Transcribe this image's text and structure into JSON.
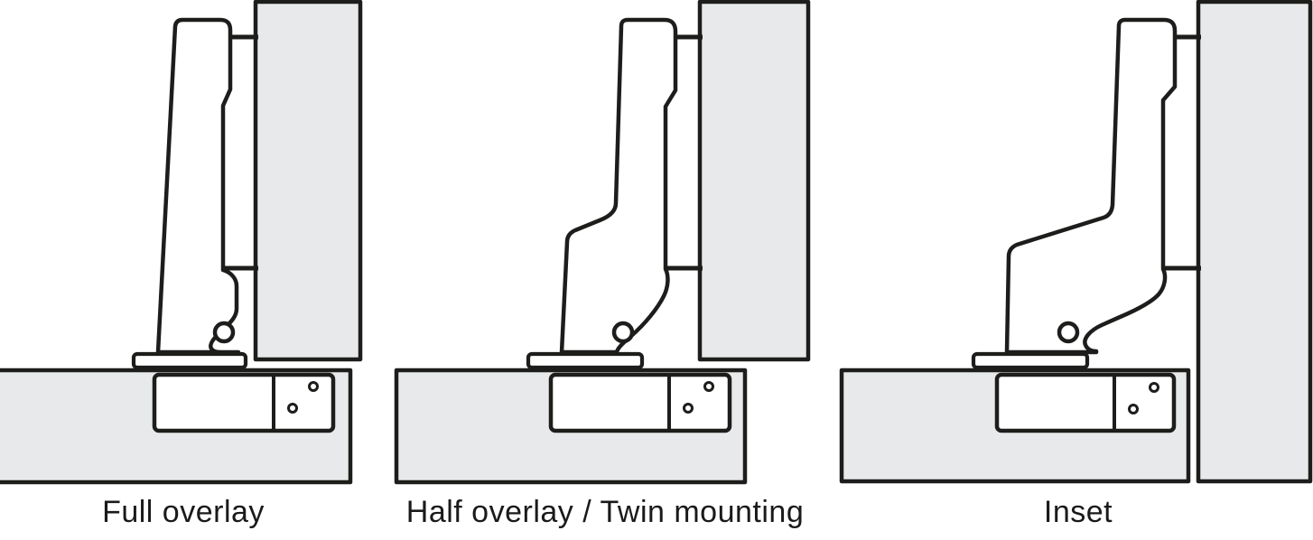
{
  "diagram": {
    "panels": [
      {
        "key": "full-overlay",
        "label": "Full overlay"
      },
      {
        "key": "half-overlay-twin-mounting",
        "label": "Half overlay / Twin mounting"
      },
      {
        "key": "inset",
        "label": "Inset"
      }
    ],
    "colors": {
      "board_fill": "#e8e9ea",
      "line": "#1d1d1b",
      "background": "#ffffff",
      "label_text": "#1a1a1a"
    }
  }
}
